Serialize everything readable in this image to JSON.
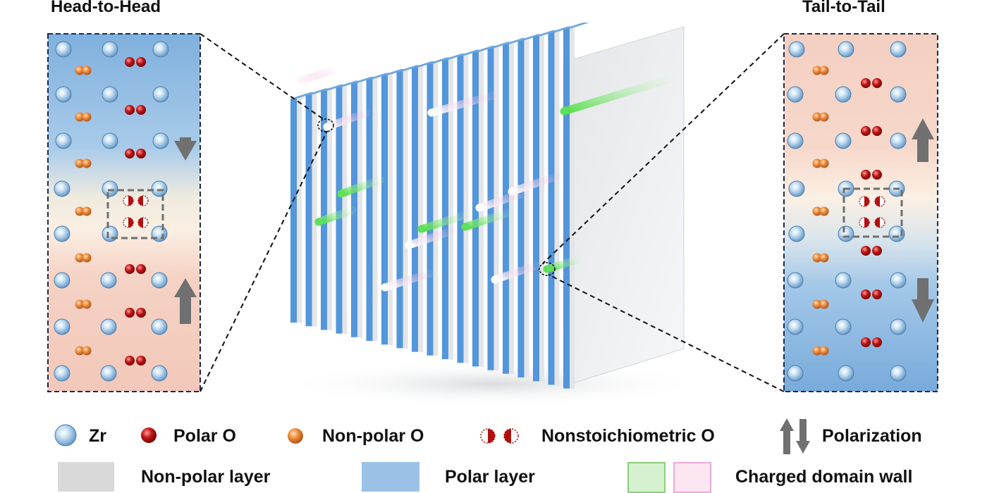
{
  "titles": {
    "left": "Head-to-Head",
    "right": "Tail-to-Tail"
  },
  "legend": {
    "zr": "Zr",
    "polar_o": "Polar O",
    "nonpolar_o": "Non-polar O",
    "nonstoich_o": "Nonstoichiometric O",
    "polarization": "Polarization",
    "nonpolar_layer": "Non-polar layer",
    "polar_layer": "Polar layer",
    "charged_dw": "Charged domain wall"
  },
  "colors": {
    "zr": "#8fc0e6",
    "polar_o": "#b01010",
    "nonpolar_o": "#e08030",
    "polar_layer": "#9bc2e6",
    "nonpolar_layer": "#d9d9d9",
    "dw_green": "#d6f1cf",
    "dw_pink": "#fbe6f2",
    "arrow": "#707070"
  }
}
